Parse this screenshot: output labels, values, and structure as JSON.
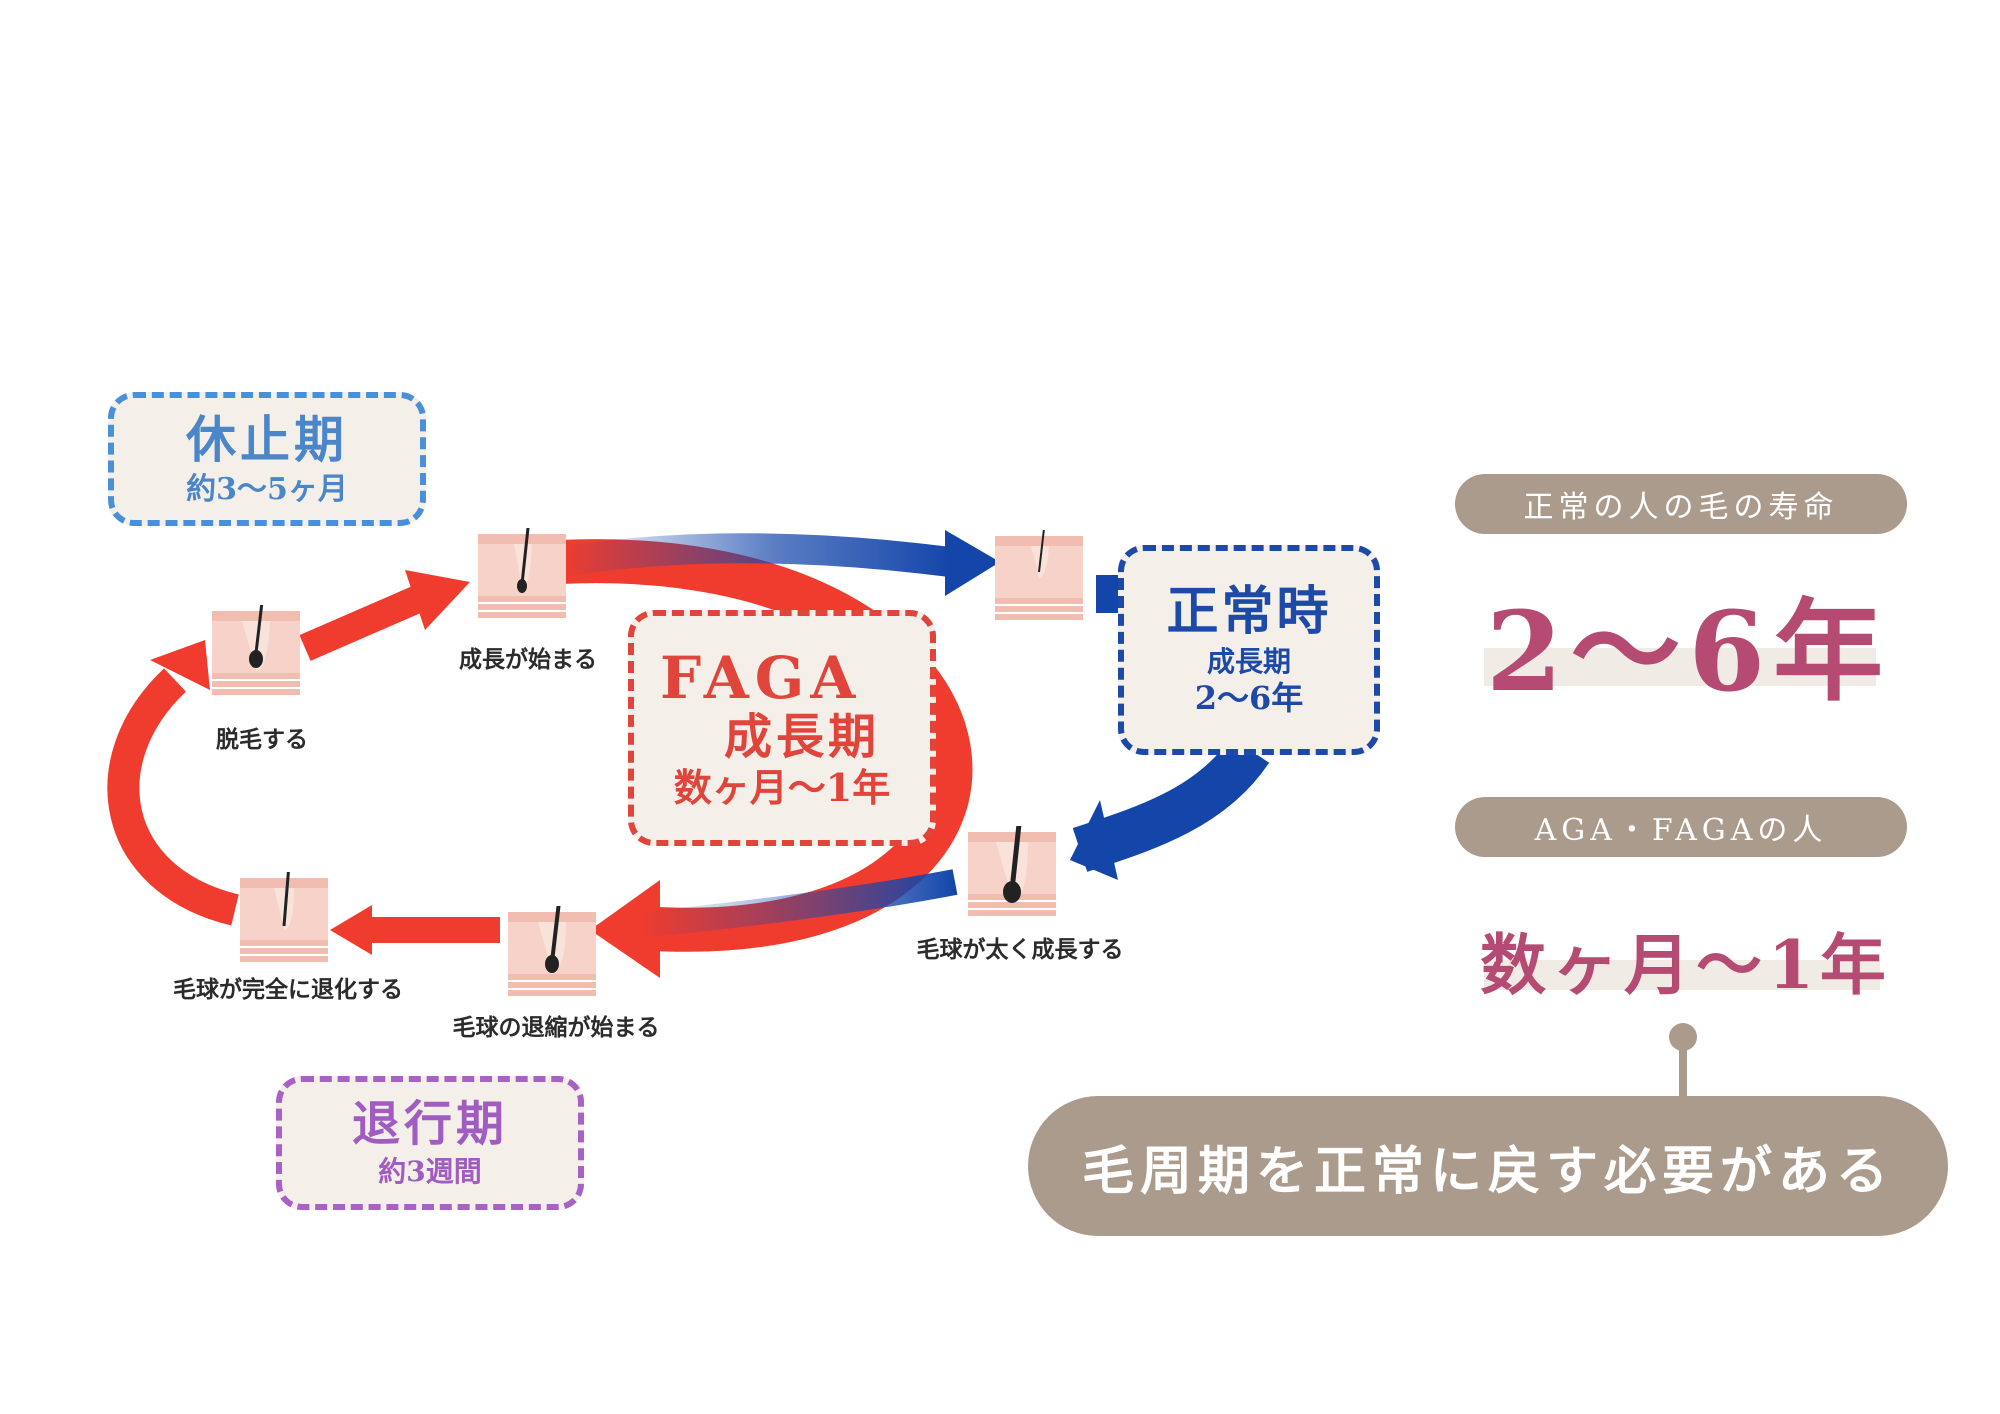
{
  "phases": {
    "resting": {
      "title": "休止期",
      "duration": "約3〜5ヶ月"
    },
    "faga_growth": {
      "title_line1": "FAGA",
      "title_line2": "成長期",
      "duration": "数ヶ月〜1年"
    },
    "normal": {
      "title": "正常時",
      "subtitle": "成長期",
      "duration": "2〜6年"
    },
    "regression": {
      "title": "退行期",
      "duration": "約3週間"
    }
  },
  "stages": [
    {
      "label": "成長が始まる"
    },
    {
      "label": "脱毛する"
    },
    {
      "label": "毛球が太く成長する"
    },
    {
      "label": "毛球が完全に退化する"
    },
    {
      "label": "毛球の退縮が始まる"
    }
  ],
  "comparison": {
    "normal_label": "正常の人の毛の寿命",
    "normal_value": "2〜6年",
    "aga_label": "AGA・FAGAの人",
    "aga_value": "数ヶ月〜1年"
  },
  "conclusion": "毛周期を正常に戻す必要がある",
  "colors": {
    "red_arrow": "#f03c2e",
    "blue_arrow": "#1446aa",
    "accent_text": "#b54a72",
    "pill_bg": "#ab9b8d",
    "box_bg": "#f4efe9"
  }
}
